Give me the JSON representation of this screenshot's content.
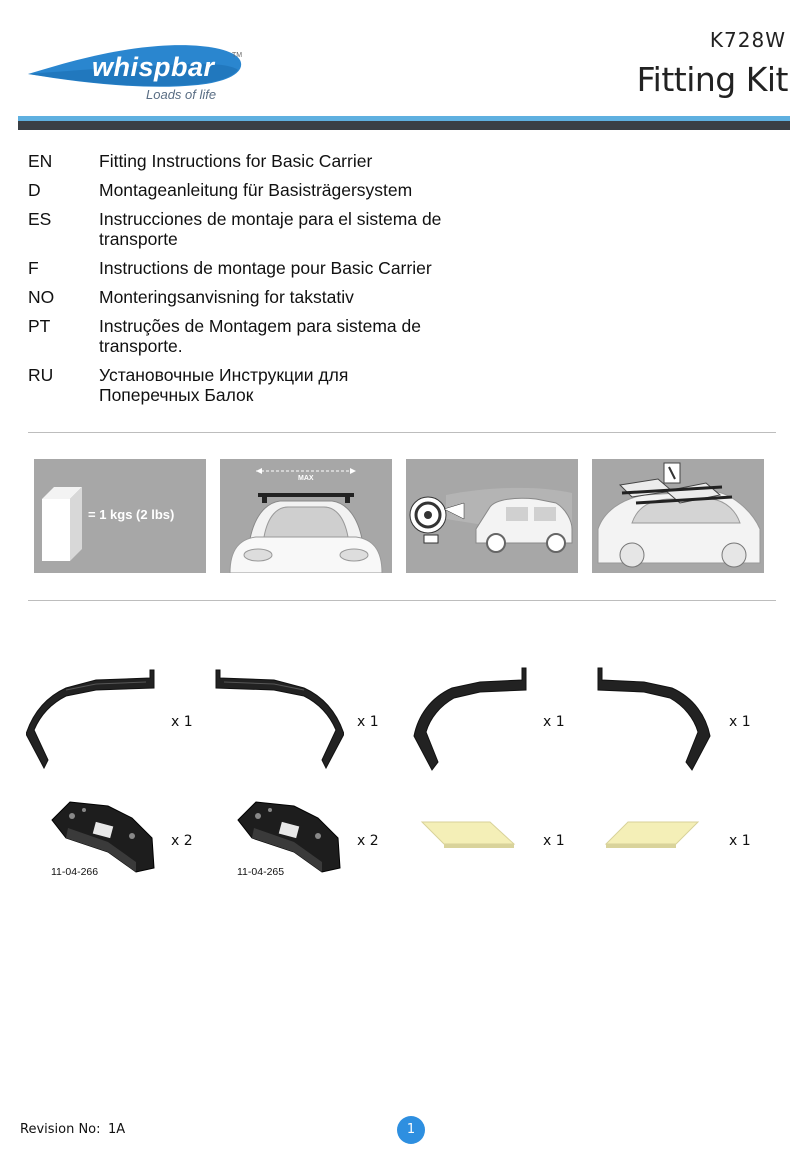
{
  "header": {
    "brand": "whispbar",
    "trademark": "TM",
    "tagline": "Loads of life",
    "kit_code": "K728W",
    "title": "Fitting Kit",
    "colors": {
      "accent_blue": "#5fb0e0",
      "bar_dark": "#3a3f45",
      "logo_blue": "#2a86cf"
    }
  },
  "languages": [
    {
      "code": "EN",
      "text": "Fitting Instructions for Basic Carrier"
    },
    {
      "code": "D",
      "text": "Montageanleitung für Basisträgersystem"
    },
    {
      "code": "ES",
      "text": "Instrucciones de montaje para el sistema de transporte"
    },
    {
      "code": "F",
      "text": "Instructions de montage pour Basic Carrier"
    },
    {
      "code": "NO",
      "text": "Monteringsanvisning for takstativ"
    },
    {
      "code": "PT",
      "text": "Instruções de Montagem para sistema de transporte."
    },
    {
      "code": "RU",
      "text": "Установочные Инструкции для Поперечных Балок"
    }
  ],
  "illustrations": {
    "weight_label": "= 1 kgs (2 lbs)",
    "max_label": "MAX",
    "icons": [
      "weight-box-icon",
      "car-front-bars-icon",
      "car-tape-measure-icon",
      "car-loaded-roof-icon"
    ]
  },
  "parts": [
    {
      "icon": "bracket-left-icon",
      "qty": "x 1",
      "part_no": ""
    },
    {
      "icon": "bracket-right-icon",
      "qty": "x 1",
      "part_no": ""
    },
    {
      "icon": "bracket-left-icon",
      "qty": "x 1",
      "part_no": ""
    },
    {
      "icon": "bracket-right-icon",
      "qty": "x 1",
      "part_no": ""
    },
    {
      "icon": "foot-pad-icon",
      "qty": "x 2",
      "part_no": "11-04-266"
    },
    {
      "icon": "foot-pad-icon",
      "qty": "x 2",
      "part_no": "11-04-265"
    },
    {
      "icon": "rubber-pad-icon",
      "qty": "x 1",
      "part_no": ""
    },
    {
      "icon": "rubber-pad-icon",
      "qty": "x 1",
      "part_no": ""
    }
  ],
  "footer": {
    "revision_label": "Revision No:",
    "revision_value": "1A",
    "page_number": "1"
  }
}
